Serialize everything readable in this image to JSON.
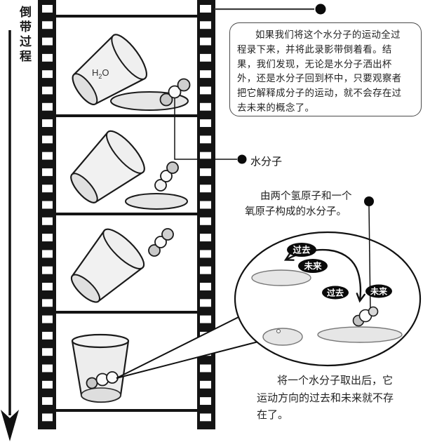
{
  "diagram": {
    "rewind_label": "倒带过程",
    "h2o": {
      "h": "H",
      "sub": "2",
      "o": "O"
    },
    "water_molecule_label": "水分子",
    "note_box_lines": [
      "如果我们将这个水分子的运动全过",
      "程录下来，并将此录影带倒着看。结",
      "果，我们发现，无论是水分子洒出杯",
      "外，还是水分子回到杯中，只要观察者",
      "把它解释成分子的运动，就不会存在过",
      "去未来的概念了。"
    ],
    "molecule_note_lines": [
      "由两个氢原子和一个",
      "氧原子构成的水分子。"
    ],
    "bubble_labels": {
      "past_top": "过去",
      "future_top": "未来",
      "past_bottom": "过去",
      "future_bottom": "未来"
    },
    "bottom_note_lines": [
      "将一个水分子取出后，它",
      "运动方向的过去和未来就不存",
      "在了。"
    ],
    "colors": {
      "ink": "#111111",
      "cup_fill": "#f1f1f1",
      "cup_end_fill": "#e0e0e0",
      "puddle_fill": "#e6e6e6",
      "molecule_gray": "#c8c8c8"
    }
  }
}
